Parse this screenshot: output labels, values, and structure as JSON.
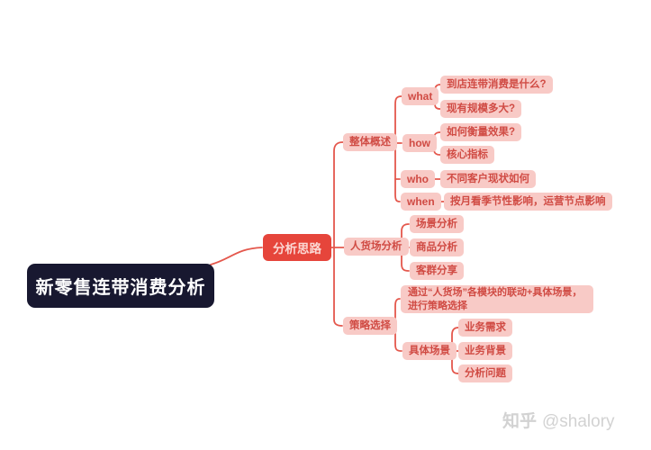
{
  "page": {
    "background": "#ffffff"
  },
  "colors": {
    "root_bg": "#181830",
    "root_text": "#ffffff",
    "center_bg": "#e6453b",
    "center_text": "#fbd8d4",
    "node_bg": "#f8cac6",
    "node_text": "#d04b44",
    "line": "#e4574c",
    "watermark_text": "#d2d2d2"
  },
  "mindmap": {
    "root": {
      "label": "新零售连带消费分析"
    },
    "center": {
      "label": "分析思路"
    },
    "branches": [
      {
        "label": "整体概述",
        "groups": [
          {
            "label": "what",
            "children": [
              "到店连带消费是什么?",
              "现有规模多大?"
            ]
          },
          {
            "label": "how",
            "children": [
              "如何衡量效果?",
              "核心指标"
            ]
          },
          {
            "label": "who",
            "children": [
              "不同客户现状如何"
            ]
          },
          {
            "label": "when",
            "children": [
              "按月看季节性影响，运营节点影响"
            ]
          }
        ]
      },
      {
        "label": "人货场分析",
        "children": [
          "场景分析",
          "商品分析",
          "客群分享"
        ]
      },
      {
        "label": "策略选择",
        "note": "通过“人货场”各模块的联动+具体场景，进行策略选择",
        "group": {
          "label": "具体场景",
          "children": [
            "业务需求",
            "业务背景",
            "分析问题"
          ]
        }
      }
    ]
  },
  "watermark": {
    "brand": "知乎",
    "handle": "@shalory"
  }
}
